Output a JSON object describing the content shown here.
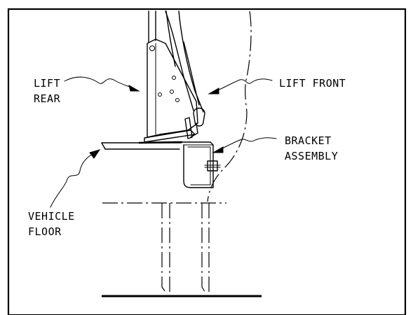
{
  "diagram": {
    "labels": {
      "lift_rear": [
        "LIFT",
        "REAR"
      ],
      "lift_front": [
        "LIFT FRONT"
      ],
      "bracket_assembly": [
        "BRACKET",
        "ASSEMBLY"
      ],
      "vehicle_floor": [
        "VEHICLE",
        "FLOOR"
      ]
    }
  }
}
